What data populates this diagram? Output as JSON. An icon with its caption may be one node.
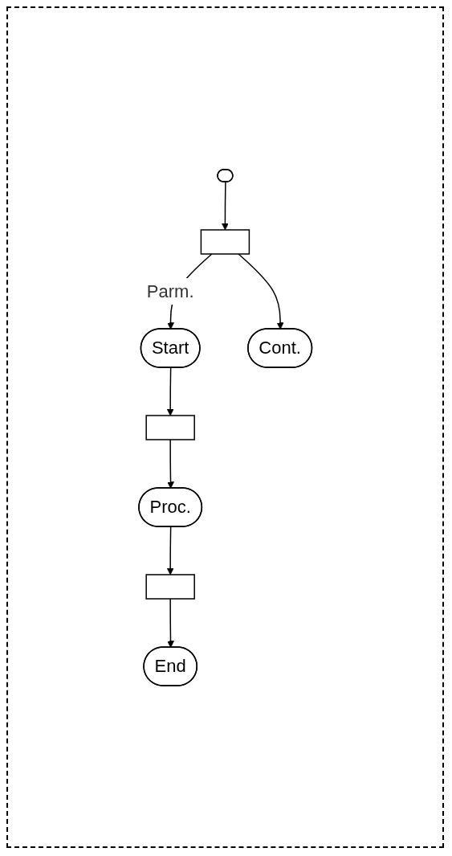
{
  "diagram": {
    "nodes": [
      {
        "text": [],
        "shape": "circle"
      },
      {
        "text": [],
        "shape": "box"
      },
      {
        "text": [
          "Start"
        ]
      },
      {
        "text": [
          "Cont."
        ]
      },
      {
        "text": [],
        "shape": "box"
      },
      {
        "text": [
          "Proc."
        ]
      },
      {
        "text": [],
        "shape": "box"
      },
      {
        "text": [
          "End"
        ]
      }
    ],
    "edges": [
      {
        "from": 0,
        "to": 1,
        "arrow": "to"
      },
      {
        "from": 1,
        "to": 2,
        "arrow": "to",
        "label": "Parm."
      },
      {
        "from": 1,
        "to": 3,
        "arrow": "to"
      },
      {
        "from": 2,
        "to": 4,
        "arrow": "to"
      },
      {
        "from": 4,
        "to": 5,
        "arrow": "to"
      },
      {
        "from": 5,
        "to": 6,
        "arrow": "to"
      },
      {
        "from": 6,
        "to": 7,
        "arrow": "to"
      }
    ]
  }
}
